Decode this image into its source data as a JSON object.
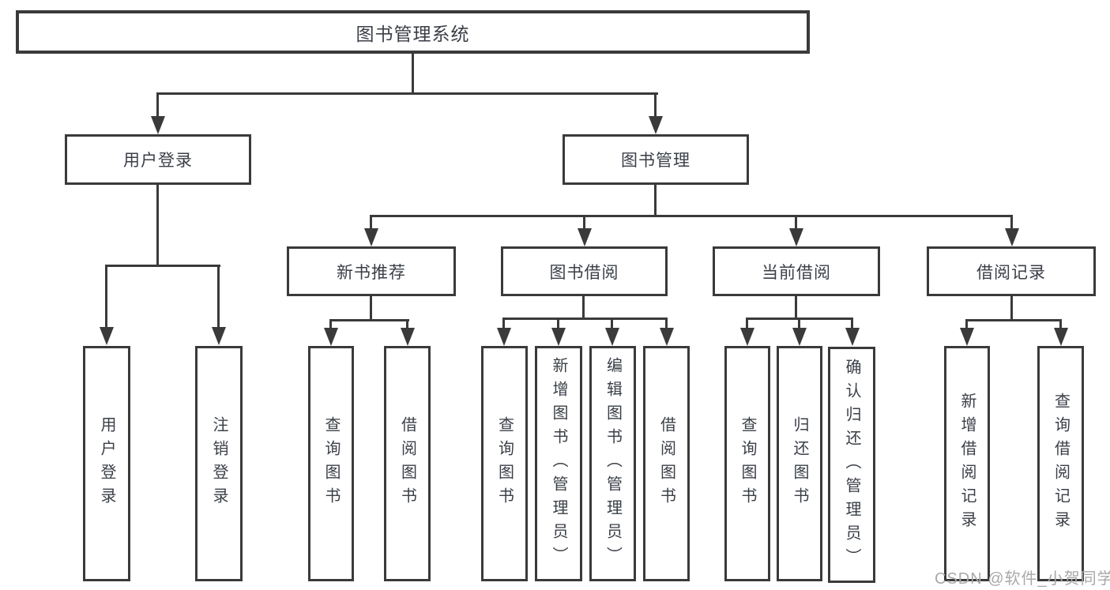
{
  "diagram": {
    "type": "tree",
    "root": {
      "label": "图书管理系统"
    },
    "branches": [
      {
        "label": "用户登录",
        "children": [
          {
            "label": "用户登录"
          },
          {
            "label": "注销登录"
          }
        ]
      },
      {
        "label": "图书管理",
        "children": [
          {
            "label": "新书推荐",
            "children": [
              {
                "label": "查询图书"
              },
              {
                "label": "借阅图书"
              }
            ]
          },
          {
            "label": "图书借阅",
            "children": [
              {
                "label": "查询图书"
              },
              {
                "label": "新增图书（管理员）"
              },
              {
                "label": "编辑图书（管理员）"
              },
              {
                "label": "借阅图书"
              }
            ]
          },
          {
            "label": "当前借阅",
            "children": [
              {
                "label": "查询图书"
              },
              {
                "label": "归还图书"
              },
              {
                "label": "确认归还（管理员）"
              }
            ]
          },
          {
            "label": "借阅记录",
            "children": [
              {
                "label": "新增借阅记录"
              },
              {
                "label": "查询借阅记录"
              }
            ]
          }
        ]
      }
    ]
  },
  "watermark": {
    "text": "CSDN @软件_小贺同学"
  },
  "colors": {
    "line": "#3a3a3a",
    "text": "#3a3f47",
    "watermark": "#a9a9a9",
    "background": "#ffffff"
  }
}
